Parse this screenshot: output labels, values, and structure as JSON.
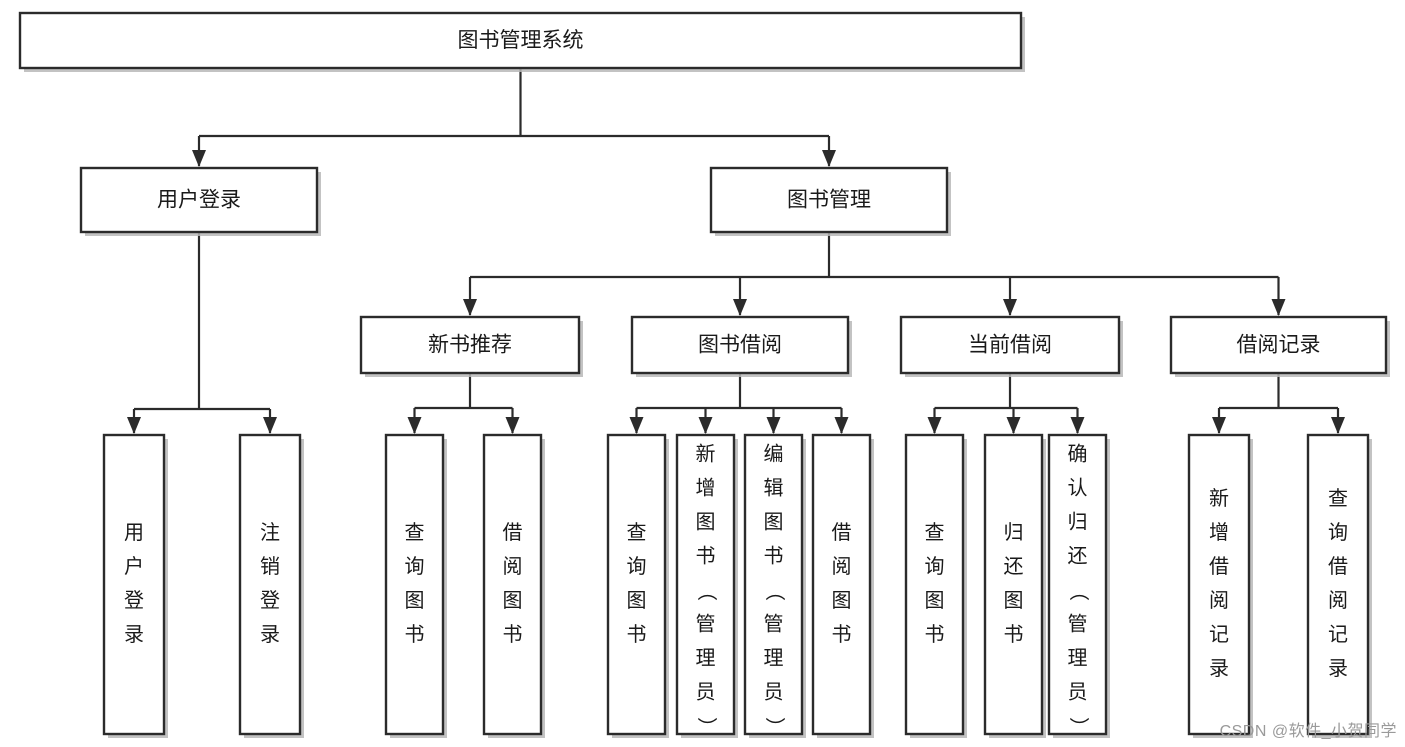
{
  "diagram": {
    "type": "tree",
    "title": "图书管理系统",
    "watermark": "CSDN @软件_小贺同学",
    "colors": {
      "box_fill": "#ffffff",
      "box_stroke": "#2b2b2b",
      "text": "#1a1a1a",
      "shadow": "#b9b9b9",
      "watermark": "#9a9a9a",
      "background": "#ffffff"
    },
    "nodes": {
      "root": {
        "label": "图书管理系统",
        "level": 0,
        "orientation": "horizontal"
      },
      "l1": [
        {
          "id": "user-login",
          "label": "用户登录",
          "orientation": "horizontal"
        },
        {
          "id": "book-manage",
          "label": "图书管理",
          "orientation": "horizontal"
        }
      ],
      "l2": [
        {
          "id": "new-book-recommend",
          "label": "新书推荐",
          "orientation": "horizontal"
        },
        {
          "id": "book-borrow",
          "label": "图书借阅",
          "orientation": "horizontal"
        },
        {
          "id": "current-borrow",
          "label": "当前借阅",
          "orientation": "horizontal"
        },
        {
          "id": "borrow-record",
          "label": "借阅记录",
          "orientation": "horizontal"
        }
      ],
      "leaves": {
        "user-login": [
          {
            "id": "leaf-user-login",
            "label": "用户登录",
            "orientation": "vertical"
          },
          {
            "id": "leaf-logout-login",
            "label": "注销登录",
            "orientation": "vertical"
          }
        ],
        "new-book-recommend": [
          {
            "id": "leaf-query-book-1",
            "label": "查询图书",
            "orientation": "vertical"
          },
          {
            "id": "leaf-borrow-book-1",
            "label": "借阅图书",
            "orientation": "vertical"
          }
        ],
        "book-borrow": [
          {
            "id": "leaf-query-book-2",
            "label": "查询图书",
            "orientation": "vertical"
          },
          {
            "id": "leaf-add-book",
            "label": "新增图书（管理员）",
            "orientation": "vertical"
          },
          {
            "id": "leaf-edit-book",
            "label": "编辑图书（管理员）",
            "orientation": "vertical"
          },
          {
            "id": "leaf-borrow-book-2",
            "label": "借阅图书",
            "orientation": "vertical"
          }
        ],
        "current-borrow": [
          {
            "id": "leaf-query-book-3",
            "label": "查询图书",
            "orientation": "vertical"
          },
          {
            "id": "leaf-return-book",
            "label": "归还图书",
            "orientation": "vertical"
          },
          {
            "id": "leaf-confirm-return",
            "label": "确认归还（管理员）",
            "orientation": "vertical"
          }
        ],
        "borrow-record": [
          {
            "id": "leaf-add-record",
            "label": "新增借阅记录",
            "orientation": "vertical"
          },
          {
            "id": "leaf-query-record",
            "label": "查询借阅记录",
            "orientation": "vertical"
          }
        ]
      }
    },
    "edges": [
      {
        "from": "图书管理系统",
        "to": "用户登录"
      },
      {
        "from": "图书管理系统",
        "to": "图书管理"
      },
      {
        "from": "用户登录",
        "to": "用户登录"
      },
      {
        "from": "用户登录",
        "to": "注销登录"
      },
      {
        "from": "图书管理",
        "to": "新书推荐"
      },
      {
        "from": "图书管理",
        "to": "图书借阅"
      },
      {
        "from": "图书管理",
        "to": "当前借阅"
      },
      {
        "from": "图书管理",
        "to": "借阅记录"
      },
      {
        "from": "新书推荐",
        "to": "查询图书"
      },
      {
        "from": "新书推荐",
        "to": "借阅图书"
      },
      {
        "from": "图书借阅",
        "to": "查询图书"
      },
      {
        "from": "图书借阅",
        "to": "新增图书（管理员）"
      },
      {
        "from": "图书借阅",
        "to": "编辑图书（管理员）"
      },
      {
        "from": "图书借阅",
        "to": "借阅图书"
      },
      {
        "from": "当前借阅",
        "to": "查询图书"
      },
      {
        "from": "当前借阅",
        "to": "归还图书"
      },
      {
        "from": "当前借阅",
        "to": "确认归还（管理员）"
      },
      {
        "from": "借阅记录",
        "to": "新增借阅记录"
      },
      {
        "from": "借阅记录",
        "to": "查询借阅记录"
      }
    ]
  }
}
